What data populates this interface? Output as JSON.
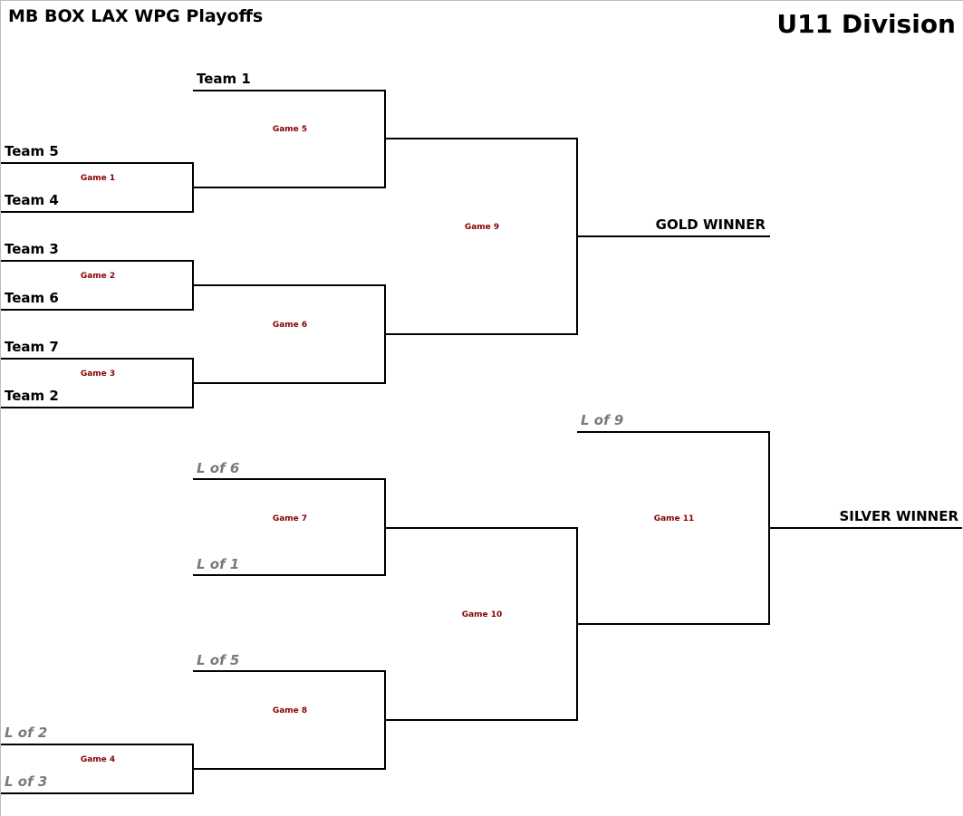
{
  "header": {
    "title": "MB BOX LAX WPG Playoffs",
    "division": "U11 Division"
  },
  "teams": {
    "team1": "Team 1",
    "team5": "Team 5",
    "team4": "Team 4",
    "team3": "Team 3",
    "team6": "Team 6",
    "team7": "Team 7",
    "team2": "Team 2"
  },
  "placeholders": {
    "l6": "L of 6",
    "l1": "L of 1",
    "l5": "L of 5",
    "l2": "L of 2",
    "l3": "L of 3",
    "l9": "L of 9"
  },
  "games": {
    "g1": "Game 1",
    "g2": "Game 2",
    "g3": "Game 3",
    "g4": "Game 4",
    "g5": "Game 5",
    "g6": "Game 6",
    "g7": "Game 7",
    "g8": "Game 8",
    "g9": "Game 9",
    "g10": "Game 10",
    "g11": "Game 11"
  },
  "results": {
    "gold": "GOLD WINNER",
    "silver": "SILVER WINNER"
  },
  "colors": {
    "game_label": "#8b0000",
    "loser_label": "#7a7a7a",
    "line": "#000000"
  }
}
